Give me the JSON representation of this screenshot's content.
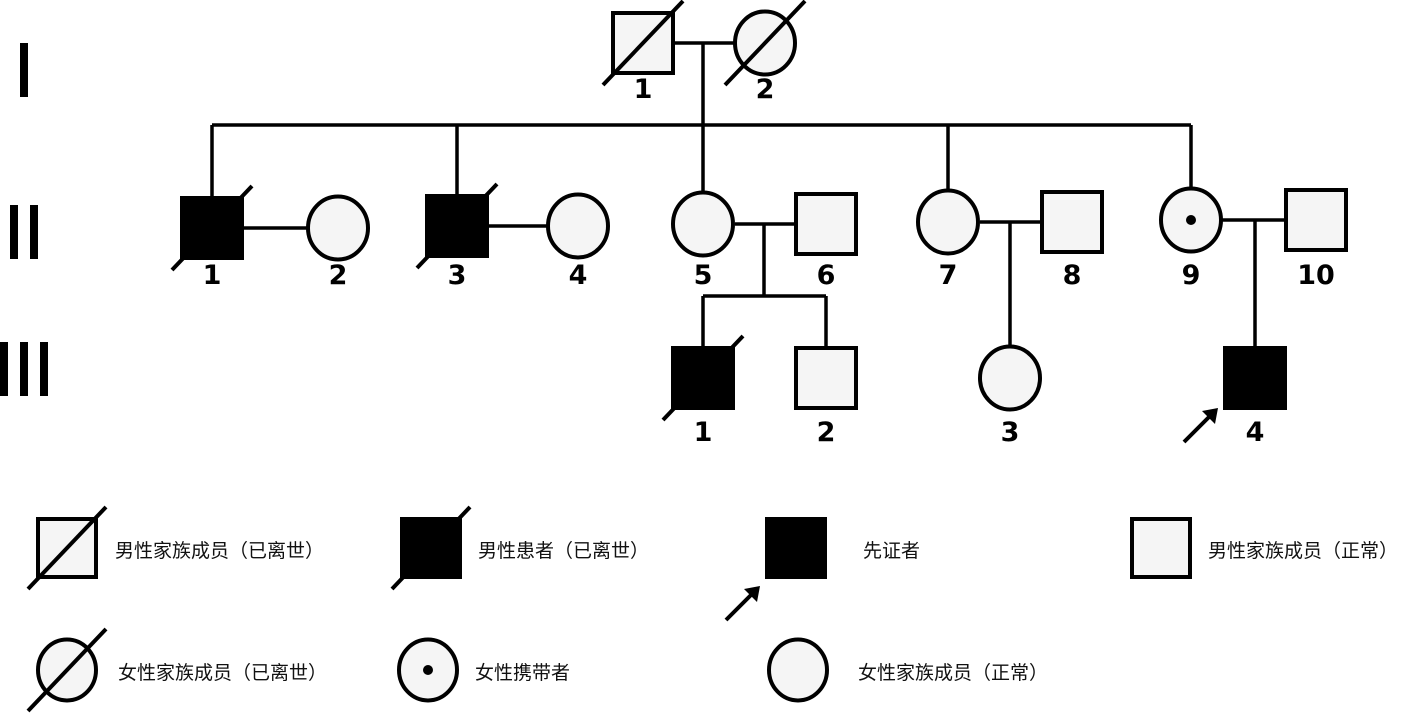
{
  "generations": [
    "I",
    "II",
    "III"
  ],
  "colors": {
    "affected": "#000000",
    "unaffected_fill": "#f5f5f5",
    "stroke": "#000000"
  },
  "pedigree": {
    "gen1": [
      {
        "id": "I-1",
        "label": "1",
        "sex": "male",
        "affected": false,
        "deceased": true,
        "carrier": false,
        "proband": false
      },
      {
        "id": "I-2",
        "label": "2",
        "sex": "female",
        "affected": false,
        "deceased": true,
        "carrier": false,
        "proband": false
      }
    ],
    "gen2": [
      {
        "id": "II-1",
        "label": "1",
        "sex": "male",
        "affected": true,
        "deceased": true,
        "carrier": false,
        "proband": false
      },
      {
        "id": "II-2",
        "label": "2",
        "sex": "female",
        "affected": false,
        "deceased": false,
        "carrier": false,
        "proband": false
      },
      {
        "id": "II-3",
        "label": "3",
        "sex": "male",
        "affected": true,
        "deceased": true,
        "carrier": false,
        "proband": false
      },
      {
        "id": "II-4",
        "label": "4",
        "sex": "female",
        "affected": false,
        "deceased": false,
        "carrier": false,
        "proband": false
      },
      {
        "id": "II-5",
        "label": "5",
        "sex": "female",
        "affected": false,
        "deceased": false,
        "carrier": false,
        "proband": false
      },
      {
        "id": "II-6",
        "label": "6",
        "sex": "male",
        "affected": false,
        "deceased": false,
        "carrier": false,
        "proband": false
      },
      {
        "id": "II-7",
        "label": "7",
        "sex": "female",
        "affected": false,
        "deceased": false,
        "carrier": false,
        "proband": false
      },
      {
        "id": "II-8",
        "label": "8",
        "sex": "male",
        "affected": false,
        "deceased": false,
        "carrier": false,
        "proband": false
      },
      {
        "id": "II-9",
        "label": "9",
        "sex": "female",
        "affected": false,
        "deceased": false,
        "carrier": true,
        "proband": false
      },
      {
        "id": "II-10",
        "label": "10",
        "sex": "male",
        "affected": false,
        "deceased": false,
        "carrier": false,
        "proband": false
      }
    ],
    "gen3": [
      {
        "id": "III-1",
        "label": "1",
        "sex": "male",
        "affected": true,
        "deceased": true,
        "carrier": false,
        "proband": false
      },
      {
        "id": "III-2",
        "label": "2",
        "sex": "male",
        "affected": false,
        "deceased": false,
        "carrier": false,
        "proband": false
      },
      {
        "id": "III-3",
        "label": "3",
        "sex": "female",
        "affected": false,
        "deceased": false,
        "carrier": false,
        "proband": false
      },
      {
        "id": "III-4",
        "label": "4",
        "sex": "male",
        "affected": true,
        "deceased": false,
        "carrier": false,
        "proband": true
      }
    ]
  },
  "legend": {
    "items": [
      {
        "key": "male-deceased",
        "label": "男性家族成员（已离世）"
      },
      {
        "key": "male-affected-deceased",
        "label": "男性患者（已离世）"
      },
      {
        "key": "proband",
        "label": "先证者"
      },
      {
        "key": "male-normal",
        "label": "男性家族成员（正常）"
      },
      {
        "key": "female-deceased",
        "label": "女性家族成员（已离世）"
      },
      {
        "key": "female-carrier",
        "label": "女性携带者"
      },
      {
        "key": "female-normal",
        "label": "女性家族成员（正常）"
      }
    ]
  }
}
